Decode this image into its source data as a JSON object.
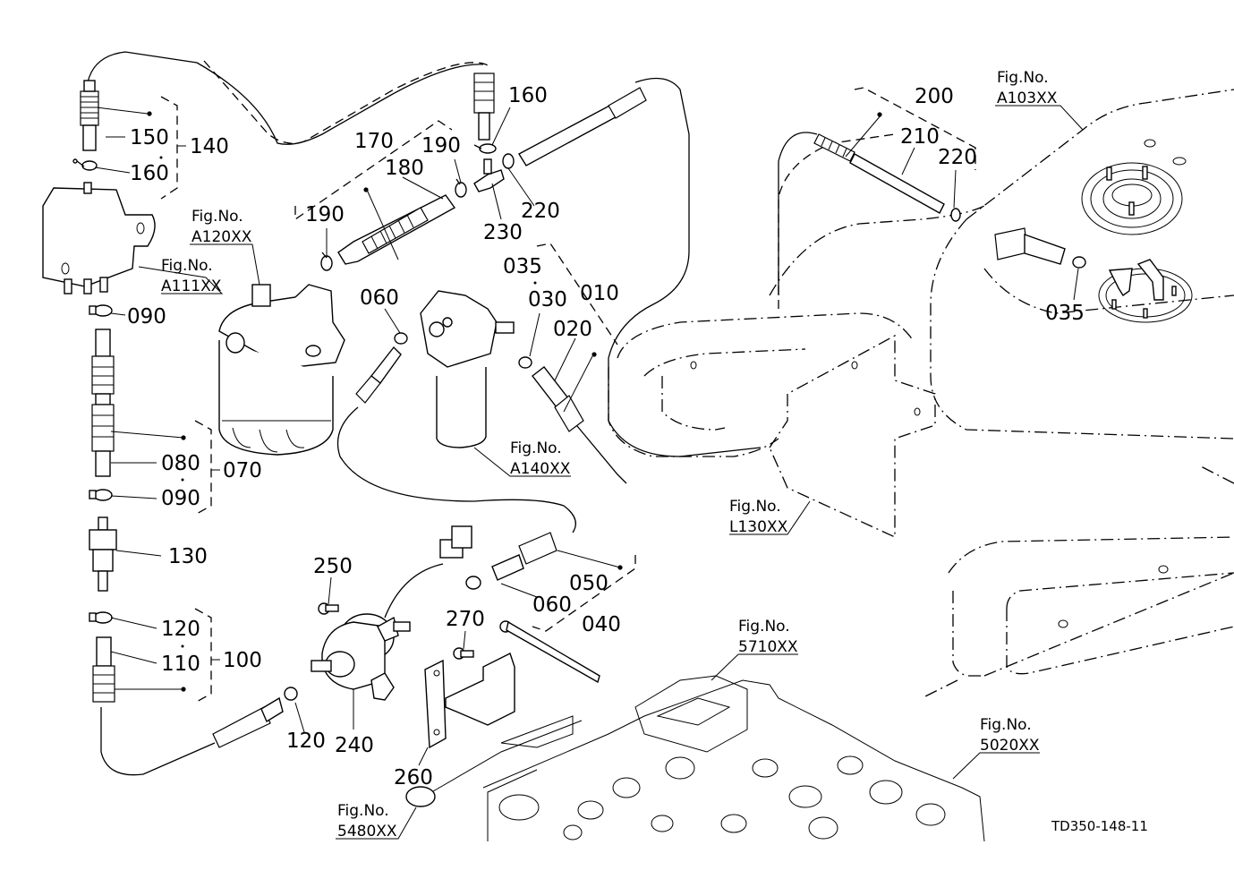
{
  "diagram": {
    "drawing_code": "TD350-148-11",
    "part_labels": {
      "p010": "010",
      "p020": "020",
      "p030": "030",
      "p035a": "035",
      "p035b": "035",
      "p040": "040",
      "p050": "050",
      "p060a": "060",
      "p060b": "060",
      "p070": "070",
      "p080": "080",
      "p090a": "090",
      "p090b": "090",
      "p100": "100",
      "p110": "110",
      "p120a": "120",
      "p120b": "120",
      "p130": "130",
      "p140": "140",
      "p150": "150",
      "p160a": "160",
      "p160b": "160",
      "p170": "170",
      "p180": "180",
      "p190a": "190",
      "p190b": "190",
      "p200": "200",
      "p210": "210",
      "p220a": "220",
      "p220b": "220",
      "p230": "230",
      "p240": "240",
      "p250": "250",
      "p260": "260",
      "p270": "270"
    },
    "figure_refs": [
      {
        "prefix": "Fig.No.",
        "code": "A103XX"
      },
      {
        "prefix": "Fig.No.",
        "code": "A120XX"
      },
      {
        "prefix": "Fig.No.",
        "code": "A111XX"
      },
      {
        "prefix": "Fig.No.",
        "code": "A140XX"
      },
      {
        "prefix": "Fig.No.",
        "code": "L130XX"
      },
      {
        "prefix": "Fig.No.",
        "code": "5710XX"
      },
      {
        "prefix": "Fig.No.",
        "code": "5020XX"
      },
      {
        "prefix": "Fig.No.",
        "code": "5480XX"
      }
    ]
  }
}
